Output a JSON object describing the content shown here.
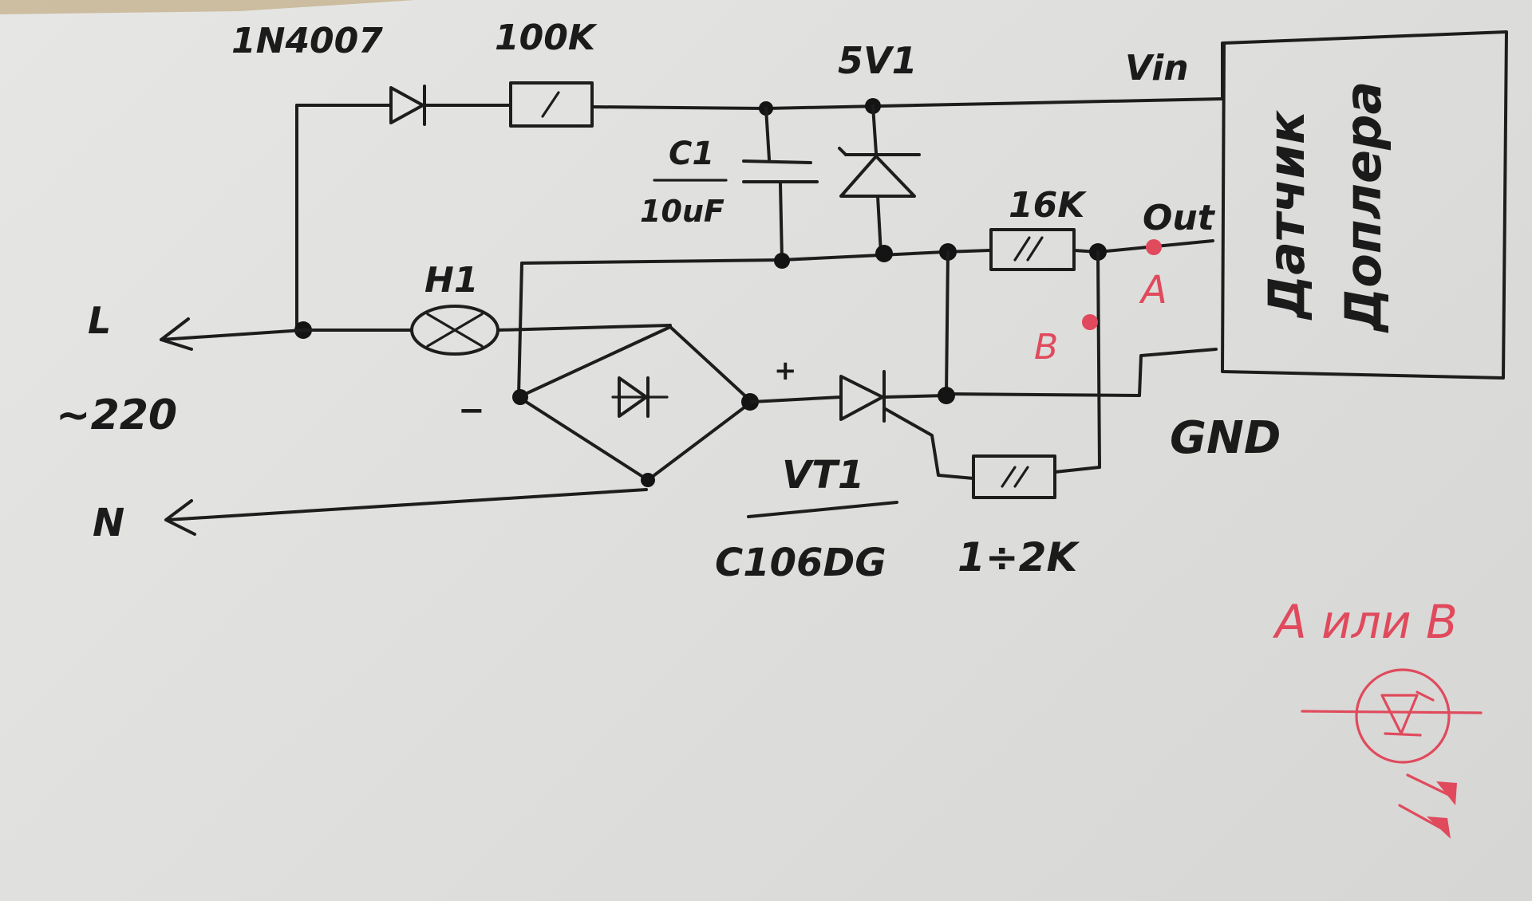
{
  "labels": {
    "diode_1n4007": "1N4007",
    "resistor_100k": "100K",
    "zener_5v1": "5V1",
    "vin": "Vin",
    "c1_name": "C1",
    "c1_value": "10uF",
    "resistor_16k": "16K",
    "out": "Out",
    "point_a": "A",
    "point_b": "B",
    "h1": "H1",
    "line_l": "L",
    "ac_220": "~220",
    "neutral_n": "N",
    "bridge_minus": "−",
    "bridge_plus": "+",
    "gnd": "GND",
    "vt1": "VT1",
    "vt1_part": "C106DG",
    "resistor_gate": "1÷2K",
    "sensor_line1": "Датчик",
    "sensor_line2": "Доплера",
    "a_or_b": "A или B"
  },
  "colors": {
    "ink": "#1d1d1d",
    "red_ink": "#e04a5c",
    "paper": "#e2e2e0"
  }
}
